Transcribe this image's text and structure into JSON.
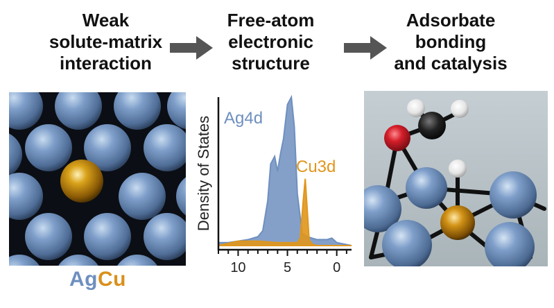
{
  "titles": {
    "left": "Weak\nsolute-matrix\ninteraction",
    "middle": "Free-atom\nelectronic\nstructure",
    "right": "Adsorbate\nbonding\nand catalysis"
  },
  "caption": {
    "part1": "Ag",
    "part2": "Cu"
  },
  "colors": {
    "ag": "#6e8fbf",
    "cu": "#e0961c",
    "arrow": "#555555",
    "oxygen": "#d41e2a",
    "carbon": "#1a1a1a"
  },
  "chart_data": {
    "type": "area",
    "ylabel": "Density of States",
    "xlabel": "",
    "x_ticks": [
      10,
      5,
      0
    ],
    "x_reversed": true,
    "xlim": [
      12,
      -1.5
    ],
    "series": [
      {
        "name": "Ag4d",
        "color": "#6e8fbf",
        "x": [
          12,
          11,
          10,
          9,
          8,
          7.5,
          7,
          6.7,
          6.3,
          6.0,
          5.7,
          5.4,
          5.0,
          4.6,
          4.3,
          4.0,
          3.5,
          3,
          2,
          1,
          0.5,
          0,
          -1.5
        ],
        "y": [
          0.02,
          0.02,
          0.03,
          0.04,
          0.06,
          0.1,
          0.3,
          0.55,
          0.6,
          0.5,
          0.62,
          0.72,
          0.95,
          1.0,
          0.8,
          0.35,
          0.08,
          0.06,
          0.04,
          0.04,
          0.05,
          0.02,
          0.0
        ]
      },
      {
        "name": "Cu3d",
        "color": "#e0961c",
        "x": [
          12,
          10,
          8,
          6,
          4.5,
          4,
          3.7,
          3.4,
          3.2,
          3.0,
          2.8,
          2.5,
          2.0,
          0,
          -1.5
        ],
        "y": [
          0.0,
          0.03,
          0.03,
          0.02,
          0.02,
          0.02,
          0.05,
          0.3,
          0.45,
          0.25,
          0.04,
          0.01,
          0.0,
          0.0,
          0.0
        ]
      }
    ]
  }
}
